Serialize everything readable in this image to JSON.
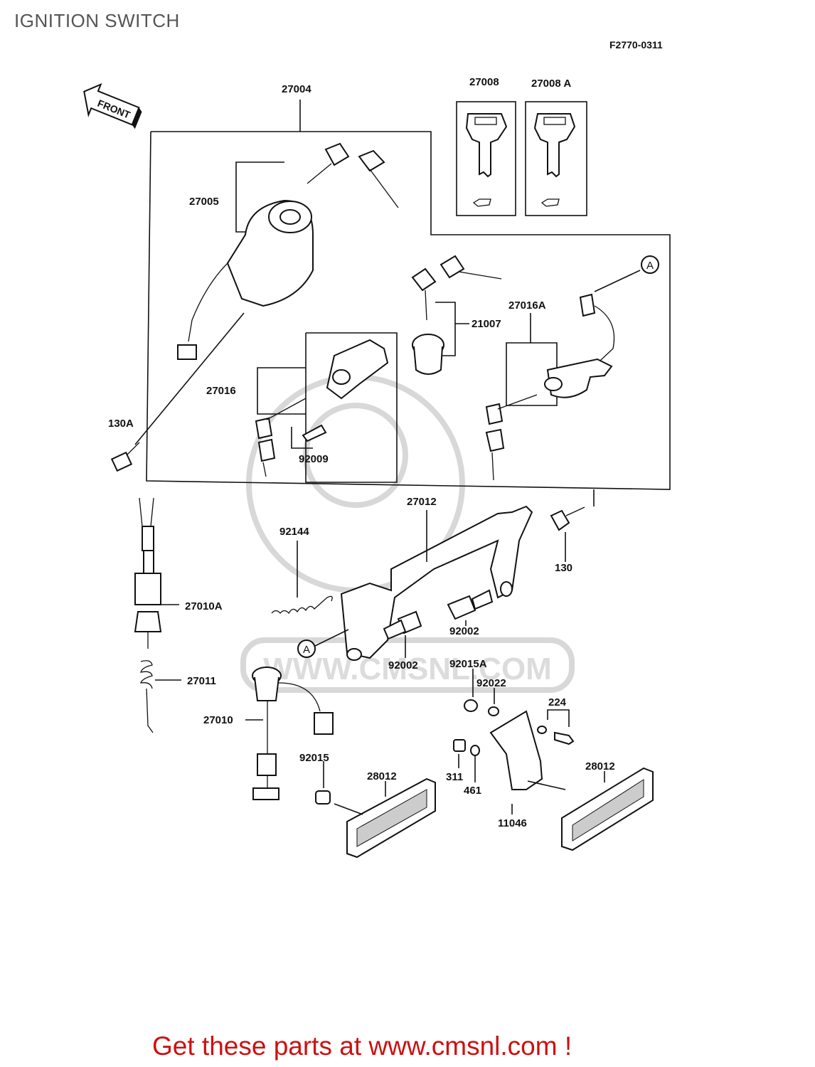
{
  "page": {
    "title": "IGNITION SWITCH",
    "figure_code": "F2770-0311",
    "footer_text": "Get these parts at www.cmsnl.com !"
  },
  "diagram": {
    "front_label": "FRONT",
    "watermark_text": "WWW.CMSNL.COM",
    "callout_ref": "A",
    "part_numbers": {
      "p27004": "27004",
      "p27005": "27005",
      "p27008": "27008",
      "p27008A": "27008 A",
      "p21007": "21007",
      "p27016A": "27016A",
      "p27016": "27016",
      "p130A": "130A",
      "p92009": "92009",
      "p27012": "27012",
      "p92144": "92144",
      "p130": "130",
      "p27010A": "27010A",
      "p92002a": "92002",
      "p92002b": "92002",
      "p92015A": "92015A",
      "p92022": "92022",
      "p27011": "27011",
      "p224": "224",
      "p27010": "27010",
      "p92015": "92015",
      "p28012a": "28012",
      "p311": "311",
      "p461": "461",
      "p28012b": "28012",
      "p11046": "11046"
    }
  }
}
